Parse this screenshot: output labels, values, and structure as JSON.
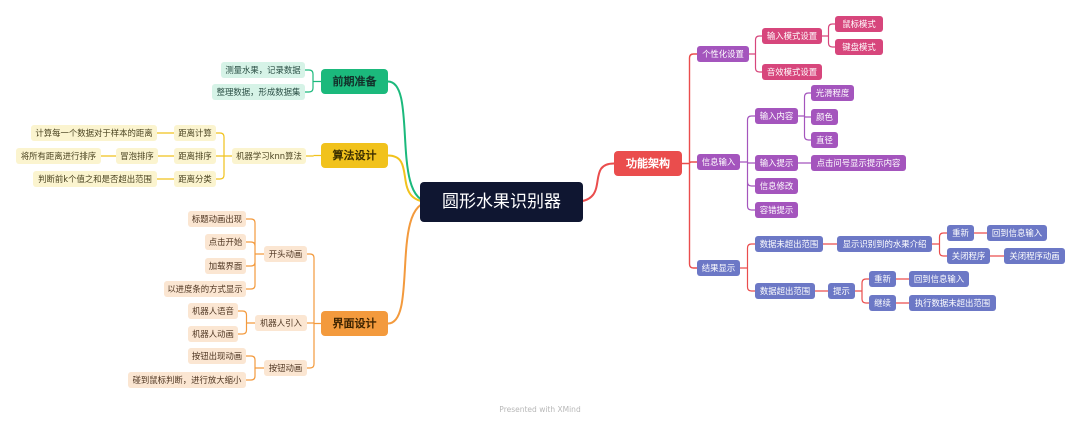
{
  "root": {
    "label": "圆形水果识别器"
  },
  "func": {
    "label": "功能架构",
    "personal": {
      "label": "个性化设置",
      "input_mode": "输入模式设置",
      "mouse": "鼠标模式",
      "keyboard": "键盘模式",
      "sound": "音效模式设置"
    },
    "info": {
      "label": "信息输入",
      "content": "输入内容",
      "smooth": "光滑程度",
      "color": "颜色",
      "diameter": "直径",
      "hint": "输入提示",
      "hint_detail": "点击问号显示提示内容",
      "modify": "信息修改",
      "error": "容错提示"
    },
    "result": {
      "label": "结果显示",
      "in_range": "数据未超出范围",
      "show_intro": "显示识别到的水果介绍",
      "restart": "重新",
      "back_input": "回到信息输入",
      "close": "关闭程序",
      "close_anim": "关闭程序动画",
      "out_range": "数据超出范围",
      "tip": "提示",
      "restart2": "重新",
      "back_input2": "回到信息输入",
      "continue": "继续",
      "exec_in": "执行数据未超出范围"
    }
  },
  "prep": {
    "label": "前期准备",
    "measure": "测量水果，记录数据",
    "organize": "整理数据，形成数据集"
  },
  "algo": {
    "label": "算法设计",
    "knn": "机器学习knn算法",
    "dist_calc": "距离计算",
    "dist_calc_d": "计算每一个数据对于样本的距离",
    "dist_sort": "距离排序",
    "bubble": "冒泡排序",
    "dist_sort_d": "将所有距离进行排序",
    "dist_class": "距离分类",
    "dist_class_d": "判断前k个值之和是否超出范围"
  },
  "ui": {
    "label": "界面设计",
    "opening": "开头动画",
    "title_anim": "标题动画出现",
    "click_start": "点击开始",
    "loading": "加载界面",
    "progress": "以进度条的方式显示",
    "robot": "机器人引入",
    "robot_voice": "机器人语音",
    "robot_anim": "机器人动画",
    "button": "按钮动画",
    "btn_appear": "按钮出现动画",
    "btn_zoom": "碰到鼠标判断，进行放大缩小"
  },
  "footer": "Presented with XMind",
  "colors": {
    "func": "#ea4d4d",
    "prep": "#1bb97c",
    "algo": "#f1c21c",
    "ui": "#f39a3d",
    "purple": "#a455bd",
    "pink": "#d7467c",
    "indigo": "#6c78c6"
  }
}
